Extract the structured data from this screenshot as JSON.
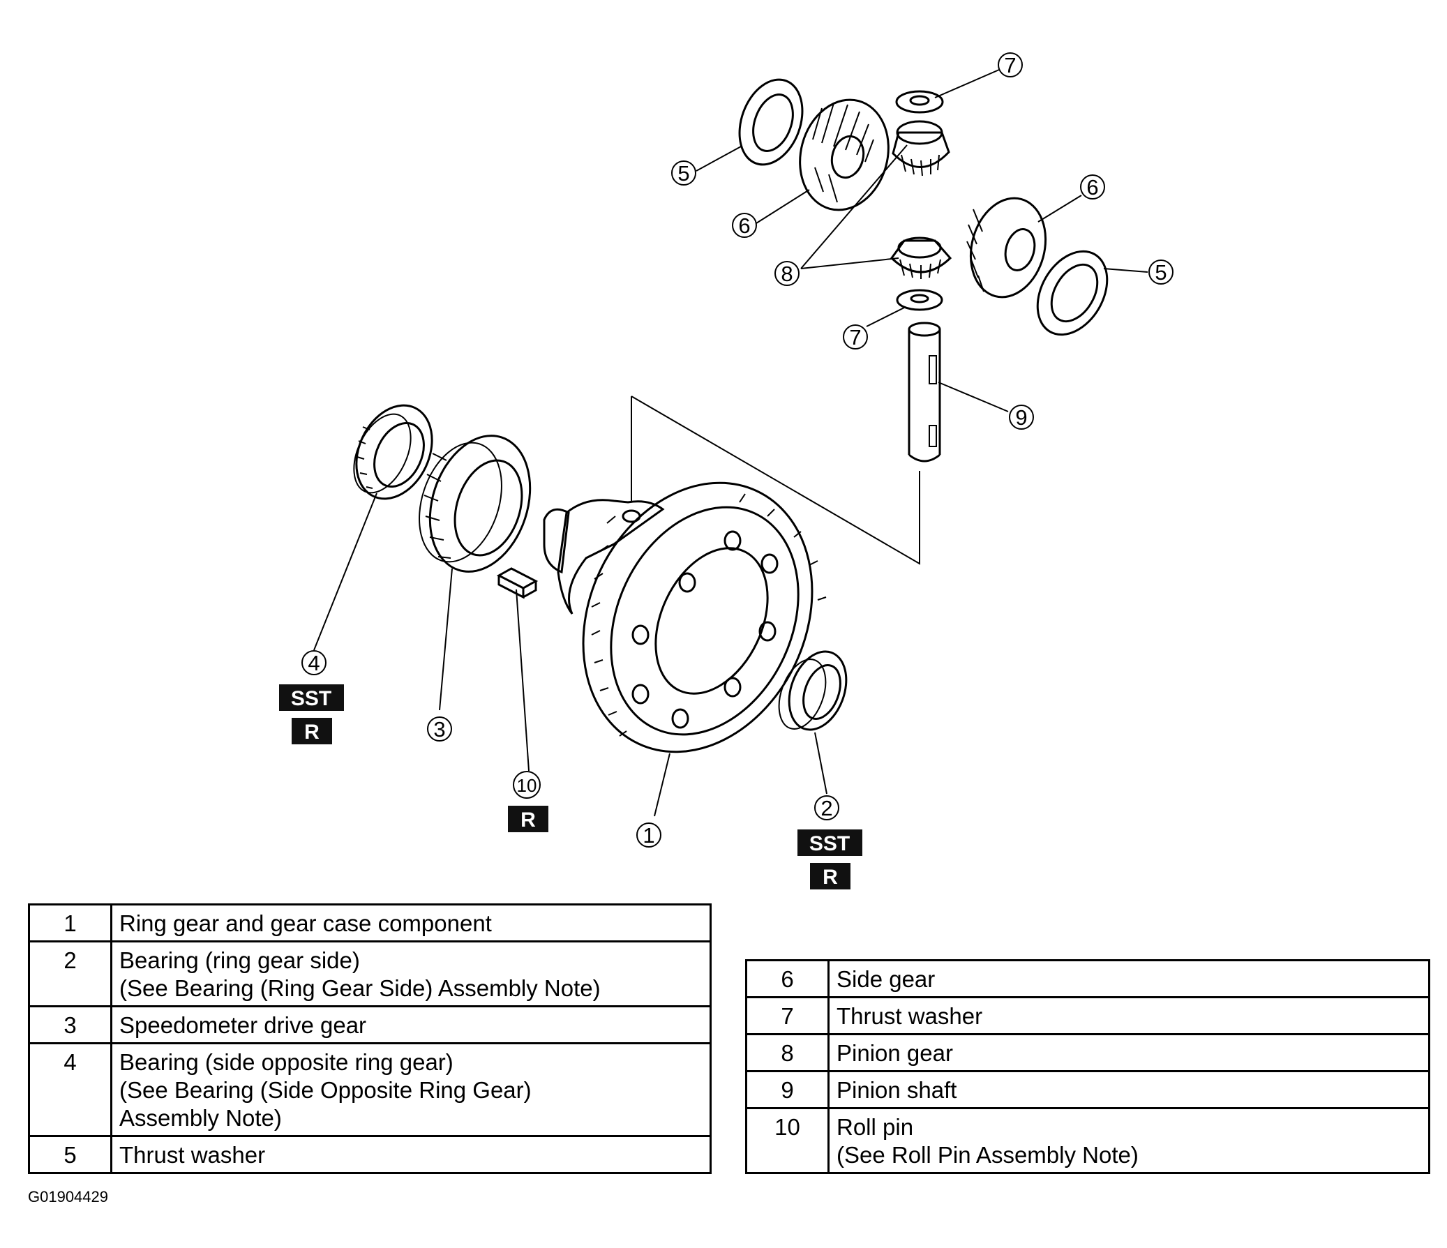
{
  "diagram": {
    "callouts": {
      "c7a": "7",
      "c5a": "5",
      "c6a": "6",
      "c8": "8",
      "c6b": "6",
      "c5b": "5",
      "c7b": "7",
      "c9": "9",
      "c4": "4",
      "c3": "3",
      "c10": "10",
      "c1": "1",
      "c2": "2"
    },
    "badges": {
      "sst4": "SST",
      "r4": "R",
      "r10": "R",
      "sst2": "SST",
      "r2": "R"
    }
  },
  "legend_left": [
    {
      "num": "1",
      "desc": "Ring gear and gear case component"
    },
    {
      "num": "2",
      "desc": "Bearing (ring gear side)\n(See Bearing (Ring Gear Side) Assembly Note)"
    },
    {
      "num": "3",
      "desc": "Speedometer drive gear"
    },
    {
      "num": "4",
      "desc": "Bearing (side opposite ring gear)\n(See Bearing (Side Opposite Ring Gear)\nAssembly Note)"
    },
    {
      "num": "5",
      "desc": "Thrust washer"
    }
  ],
  "legend_right": [
    {
      "num": "6",
      "desc": "Side gear"
    },
    {
      "num": "7",
      "desc": "Thrust washer"
    },
    {
      "num": "8",
      "desc": "Pinion gear"
    },
    {
      "num": "9",
      "desc": "Pinion shaft"
    },
    {
      "num": "10",
      "desc": "Roll pin\n(See Roll Pin Assembly Note)"
    }
  ],
  "figure_id": "G01904429"
}
